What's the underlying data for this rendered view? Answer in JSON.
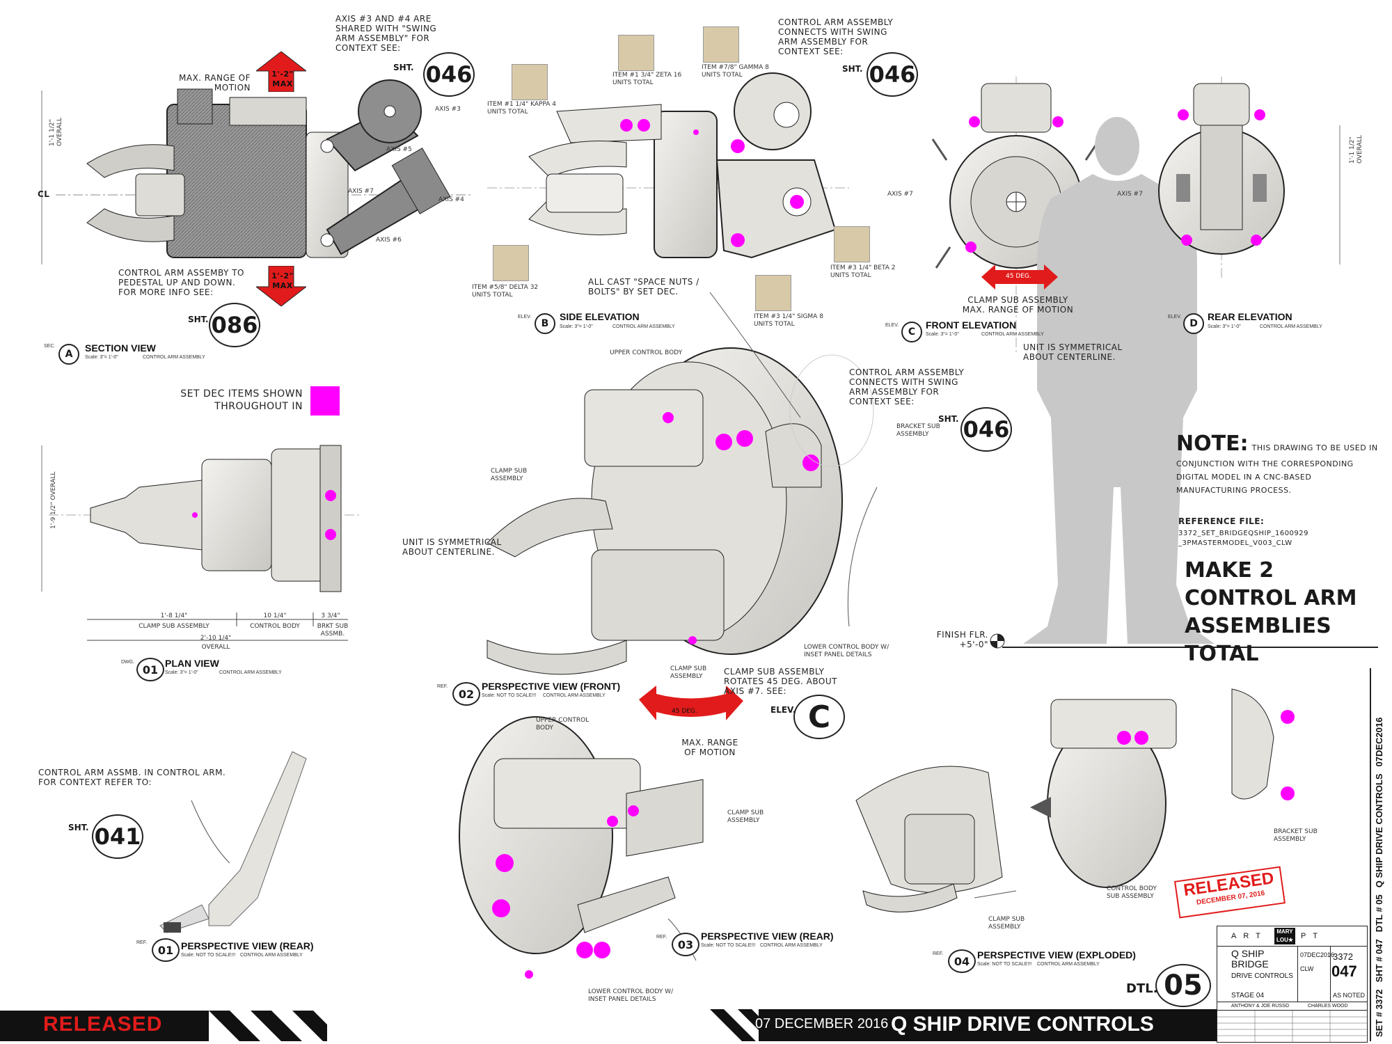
{
  "colors": {
    "accent_magenta": "#ff00ff",
    "accent_red": "#e11b1b",
    "ink": "#1a1a1a",
    "machine_fill": "#e8e6e2",
    "machine_dark": "#8a8a8a"
  },
  "icons": [
    "arrow-up-icon",
    "arrow-down-icon",
    "rotation-arrow-icon",
    "datum-marker-icon",
    "figure-silhouette-icon",
    "section-marker-icon"
  ],
  "views": {
    "section": {
      "ref": "A",
      "ref_lbl": "SEC.",
      "title": "SECTION VIEW",
      "scale": "Scale: 3\"= 1'-0\"",
      "part": "CONTROL ARM ASSEMBLY"
    },
    "side": {
      "ref": "B",
      "ref_lbl": "ELEV.",
      "title": "SIDE ELEVATION",
      "scale": "Scale: 3\"= 1'-0\"",
      "part": "CONTROL ARM ASSEMBLY"
    },
    "front": {
      "ref": "C",
      "ref_lbl": "ELEV.",
      "title": "FRONT ELEVATION",
      "scale": "Scale: 3\"= 1'-0\"",
      "part": "CONTROL ARM ASSEMBLY"
    },
    "rear": {
      "ref": "D",
      "ref_lbl": "ELEV.",
      "title": "REAR ELEVATION",
      "scale": "Scale: 3\"= 1'-0\"",
      "part": "CONTROL ARM ASSEMBLY"
    },
    "plan": {
      "ref": "01",
      "ref_lbl": "DWG.",
      "title": "PLAN VIEW",
      "scale": "Scale: 3\"= 1'-0\"",
      "part": "CONTROL ARM ASSEMBLY"
    },
    "persp_front": {
      "ref": "02",
      "ref_lbl": "REF.",
      "title": "PERSPECTIVE VIEW (FRONT)",
      "scale": "Scale: NOT TO SCALE!!!",
      "part": "CONTROL ARM ASSEMBLY"
    },
    "persp_rear_small": {
      "ref": "01",
      "ref_lbl": "REF.",
      "title": "PERSPECTIVE VIEW (REAR)",
      "scale": "Scale: NOT TO SCALE!!!",
      "part": "CONTROL ARM ASSEMBLY"
    },
    "persp_rear": {
      "ref": "03",
      "ref_lbl": "REF.",
      "title": "PERSPECTIVE VIEW (REAR)",
      "scale": "Scale: NOT TO SCALE!!!",
      "part": "CONTROL ARM ASSEMBLY"
    },
    "persp_exploded": {
      "ref": "04",
      "ref_lbl": "REF.",
      "title": "PERSPECTIVE VIEW (EXPLODED)",
      "scale": "Scale: NOT TO SCALE!!!",
      "part": "CONTROL ARM ASSEMBLY"
    }
  },
  "callouts": {
    "max_range": "MAX. RANGE OF MOTION",
    "max_up": "1'-2\" MAX",
    "max_down": "1'-2\" MAX",
    "axis_shared": "AXIS #3 AND #4 ARE SHARED WITH \"SWING ARM ASSEMBLY\" FOR CONTEXT SEE:",
    "sht_046_a": "046",
    "sht_lbl": "SHT.",
    "pedestal": "CONTROL ARM ASSEMBY TO PEDESTAL UP AND DOWN. FOR MORE INFO SEE:",
    "sht_086": "086",
    "axis3": "AXIS #3",
    "axis5": "AXIS #5",
    "axis7": "AXIS #7",
    "axis4": "AXIS #4",
    "axis6": "AXIS #6",
    "overall_a": "1'-1 1/2\" OVERALL",
    "cl": "CL",
    "item_kappa": "ITEM #1 1/4\" KAPPA 4 UNITS TOTAL",
    "item_zeta": "ITEM #1 3/4\" ZETA 16 UNITS TOTAL",
    "item_gamma": "ITEM #7/8\" GAMMA 8 UNITS TOTAL",
    "item_delta": "ITEM #5/8\" DELTA 32 UNITS TOTAL",
    "item_beta": "ITEM #3 1/4\" BETA 2 UNITS TOTAL",
    "item_sigma": "ITEM #3 1/4\" SIGMA 8 UNITS TOTAL",
    "all_cast": "ALL CAST \"SPACE NUTS / BOLTS\" BY SET DEC.",
    "ctrl_connects_a": "CONTROL ARM ASSEMBLY CONNECTS WITH SWING ARM ASSEMBLY FOR CONTEXT SEE:",
    "sht_046_b": "046",
    "axis7_front": "AXIS #7",
    "axis7_rear": "AXIS #7",
    "deg45_a": "45 DEG.",
    "clamp_max": "CLAMP SUB ASSEMBLY MAX. RANGE OF MOTION",
    "overall_d": "1'-1 1/2\" OVERALL",
    "symmetrical_a": "UNIT IS SYMMETRICAL ABOUT CENTERLINE.",
    "set_dec": "SET DEC ITEMS SHOWN THROUGHOUT IN",
    "overall_plan": "1'-9 1/2\" OVERALL",
    "symmetrical_b": "UNIT IS SYMMETRICAL ABOUT CENTERLINE.",
    "dim_clamp": "1'-8 1/4\"",
    "dim_clamp_lbl": "CLAMP SUB ASSEMBLY",
    "dim_ctrl": "10 1/4\"",
    "dim_ctrl_lbl": "CONTROL BODY",
    "dim_brkt": "3 3/4\"",
    "dim_brkt_lbl": "BRKT SUB ASSMB.",
    "dim_overall": "2'-10 1/4\"",
    "dim_overall_lbl": "OVERALL",
    "upper_body_a": "UPPER CONTROL BODY",
    "ctrl_connects_b": "CONTROL ARM ASSEMBLY CONNECTS WITH SWING ARM ASSEMBLY FOR CONTEXT SEE:",
    "sht_046_c": "046",
    "bracket_a": "BRACKET SUB ASSEMBLY",
    "clamp_a": "CLAMP SUB ASSEMBLY",
    "lower_body_a": "LOWER CONTROL BODY W/ INSET PANEL DETAILS",
    "clamp_b": "CLAMP SUB ASSEMBLY",
    "clamp_rotates": "CLAMP SUB ASSEMBLY ROTATES 45 DEG. ABOUT AXIS #7. SEE:",
    "elev_c": "C",
    "elev_lbl": "ELEV.",
    "deg45_b": "45 DEG.",
    "max_range_b": "MAX. RANGE OF MOTION",
    "finish_flr": "FINISH FLR. +5'-0\"",
    "note_head": "NOTE:",
    "note_body": "THIS DRAWING TO BE USED IN CONJUNCTION WITH THE CORRESPONDING DIGITAL MODEL IN A CNC-BASED MANUFACTURING PROCESS.",
    "ref_file_lbl": "REFERENCE FILE:",
    "ref_file": "3372_SET_BRIDGEQSHIP_1600929 _3PMASTERMODEL_V003_CLW",
    "make_two": "MAKE 2 CONTROL ARM ASSEMBLIES TOTAL",
    "ctrl_arm_assmb": "CONTROL ARM ASSMB. IN CONTROL ARM. FOR CONTEXT REFER TO:",
    "sht_041": "041",
    "upper_body_b": "UPPER CONTROL BODY",
    "clamp_c": "CLAMP SUB ASSEMBLY",
    "lower_body_b": "LOWER CONTROL BODY W/ INSET PANEL DETAILS",
    "bracket_b": "BRACKET SUB ASSEMBLY",
    "control_body_sub": "CONTROL BODY SUB ASSEMBLY",
    "clamp_d": "CLAMP SUB ASSEMBLY"
  },
  "stamp": {
    "text": "RELEASED",
    "date": "DECEMBER 07, 2016"
  },
  "footer": {
    "released": "RELEASED",
    "date": "07 DECEMBER 2016",
    "title": "Q SHIP DRIVE CONTROLS",
    "dtl_lbl": "DTL.",
    "dtl_num": "05"
  },
  "title_block": {
    "dept": "ART DEPT",
    "logo_top": "MARY",
    "logo_bot": "LOU★",
    "set": "Q SHIP BRIDGE",
    "detail": "DRIVE CONTROLS",
    "stage": "STAGE 04",
    "date": "07DEC2016",
    "drawn_by": "CLW",
    "set_no": "3372",
    "sheet_no": "047",
    "scale": "AS NOTED",
    "directors": "ANTHONY & JOE RUSSO",
    "designer": "CHARLES WOOD"
  },
  "sidebar": {
    "set": "SET # 3372",
    "sht": "SHT # 047",
    "dtl": "DTL # 05",
    "title": "Q SHIP DRIVE CONTROLS",
    "date": "07DEC2016"
  }
}
